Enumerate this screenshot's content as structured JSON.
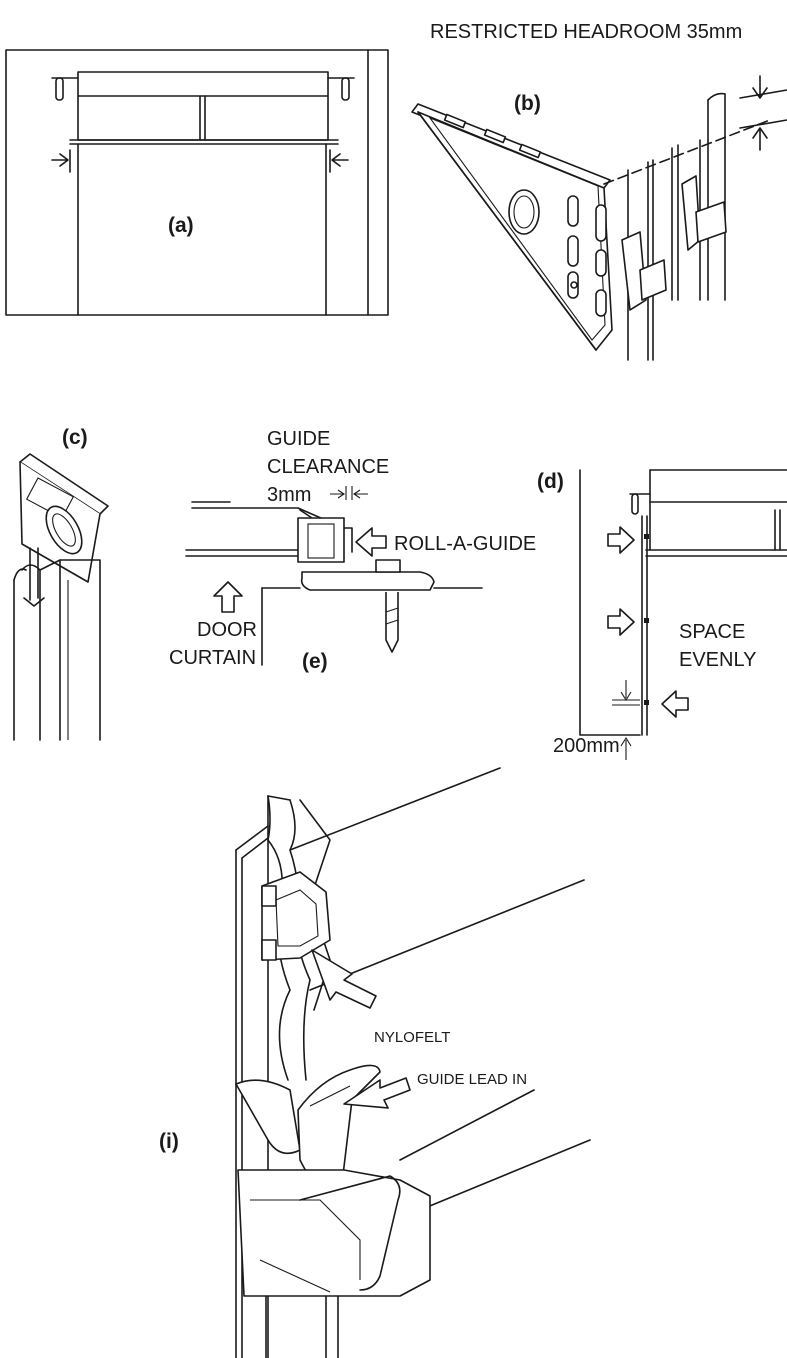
{
  "figures": {
    "a": {
      "label": "(a)"
    },
    "b": {
      "label": "(b)",
      "headroom": "RESTRICTED HEADROOM 35mm"
    },
    "c": {
      "label": "(c)"
    },
    "d": {
      "label": "(d)",
      "spacing_line1": "SPACE",
      "spacing_line2": "EVENLY",
      "offset": "200mm"
    },
    "e": {
      "label": "(e)",
      "clearance_line1": "GUIDE",
      "clearance_line2": "CLEARANCE",
      "clearance_value": "3mm",
      "roll_a_guide": "ROLL-A-GUIDE",
      "curtain_line1": "DOOR",
      "curtain_line2": "CURTAIN"
    },
    "i": {
      "label": "(i)",
      "nylofelt": "NYLOFELT",
      "lead_in": "GUIDE LEAD IN"
    }
  }
}
